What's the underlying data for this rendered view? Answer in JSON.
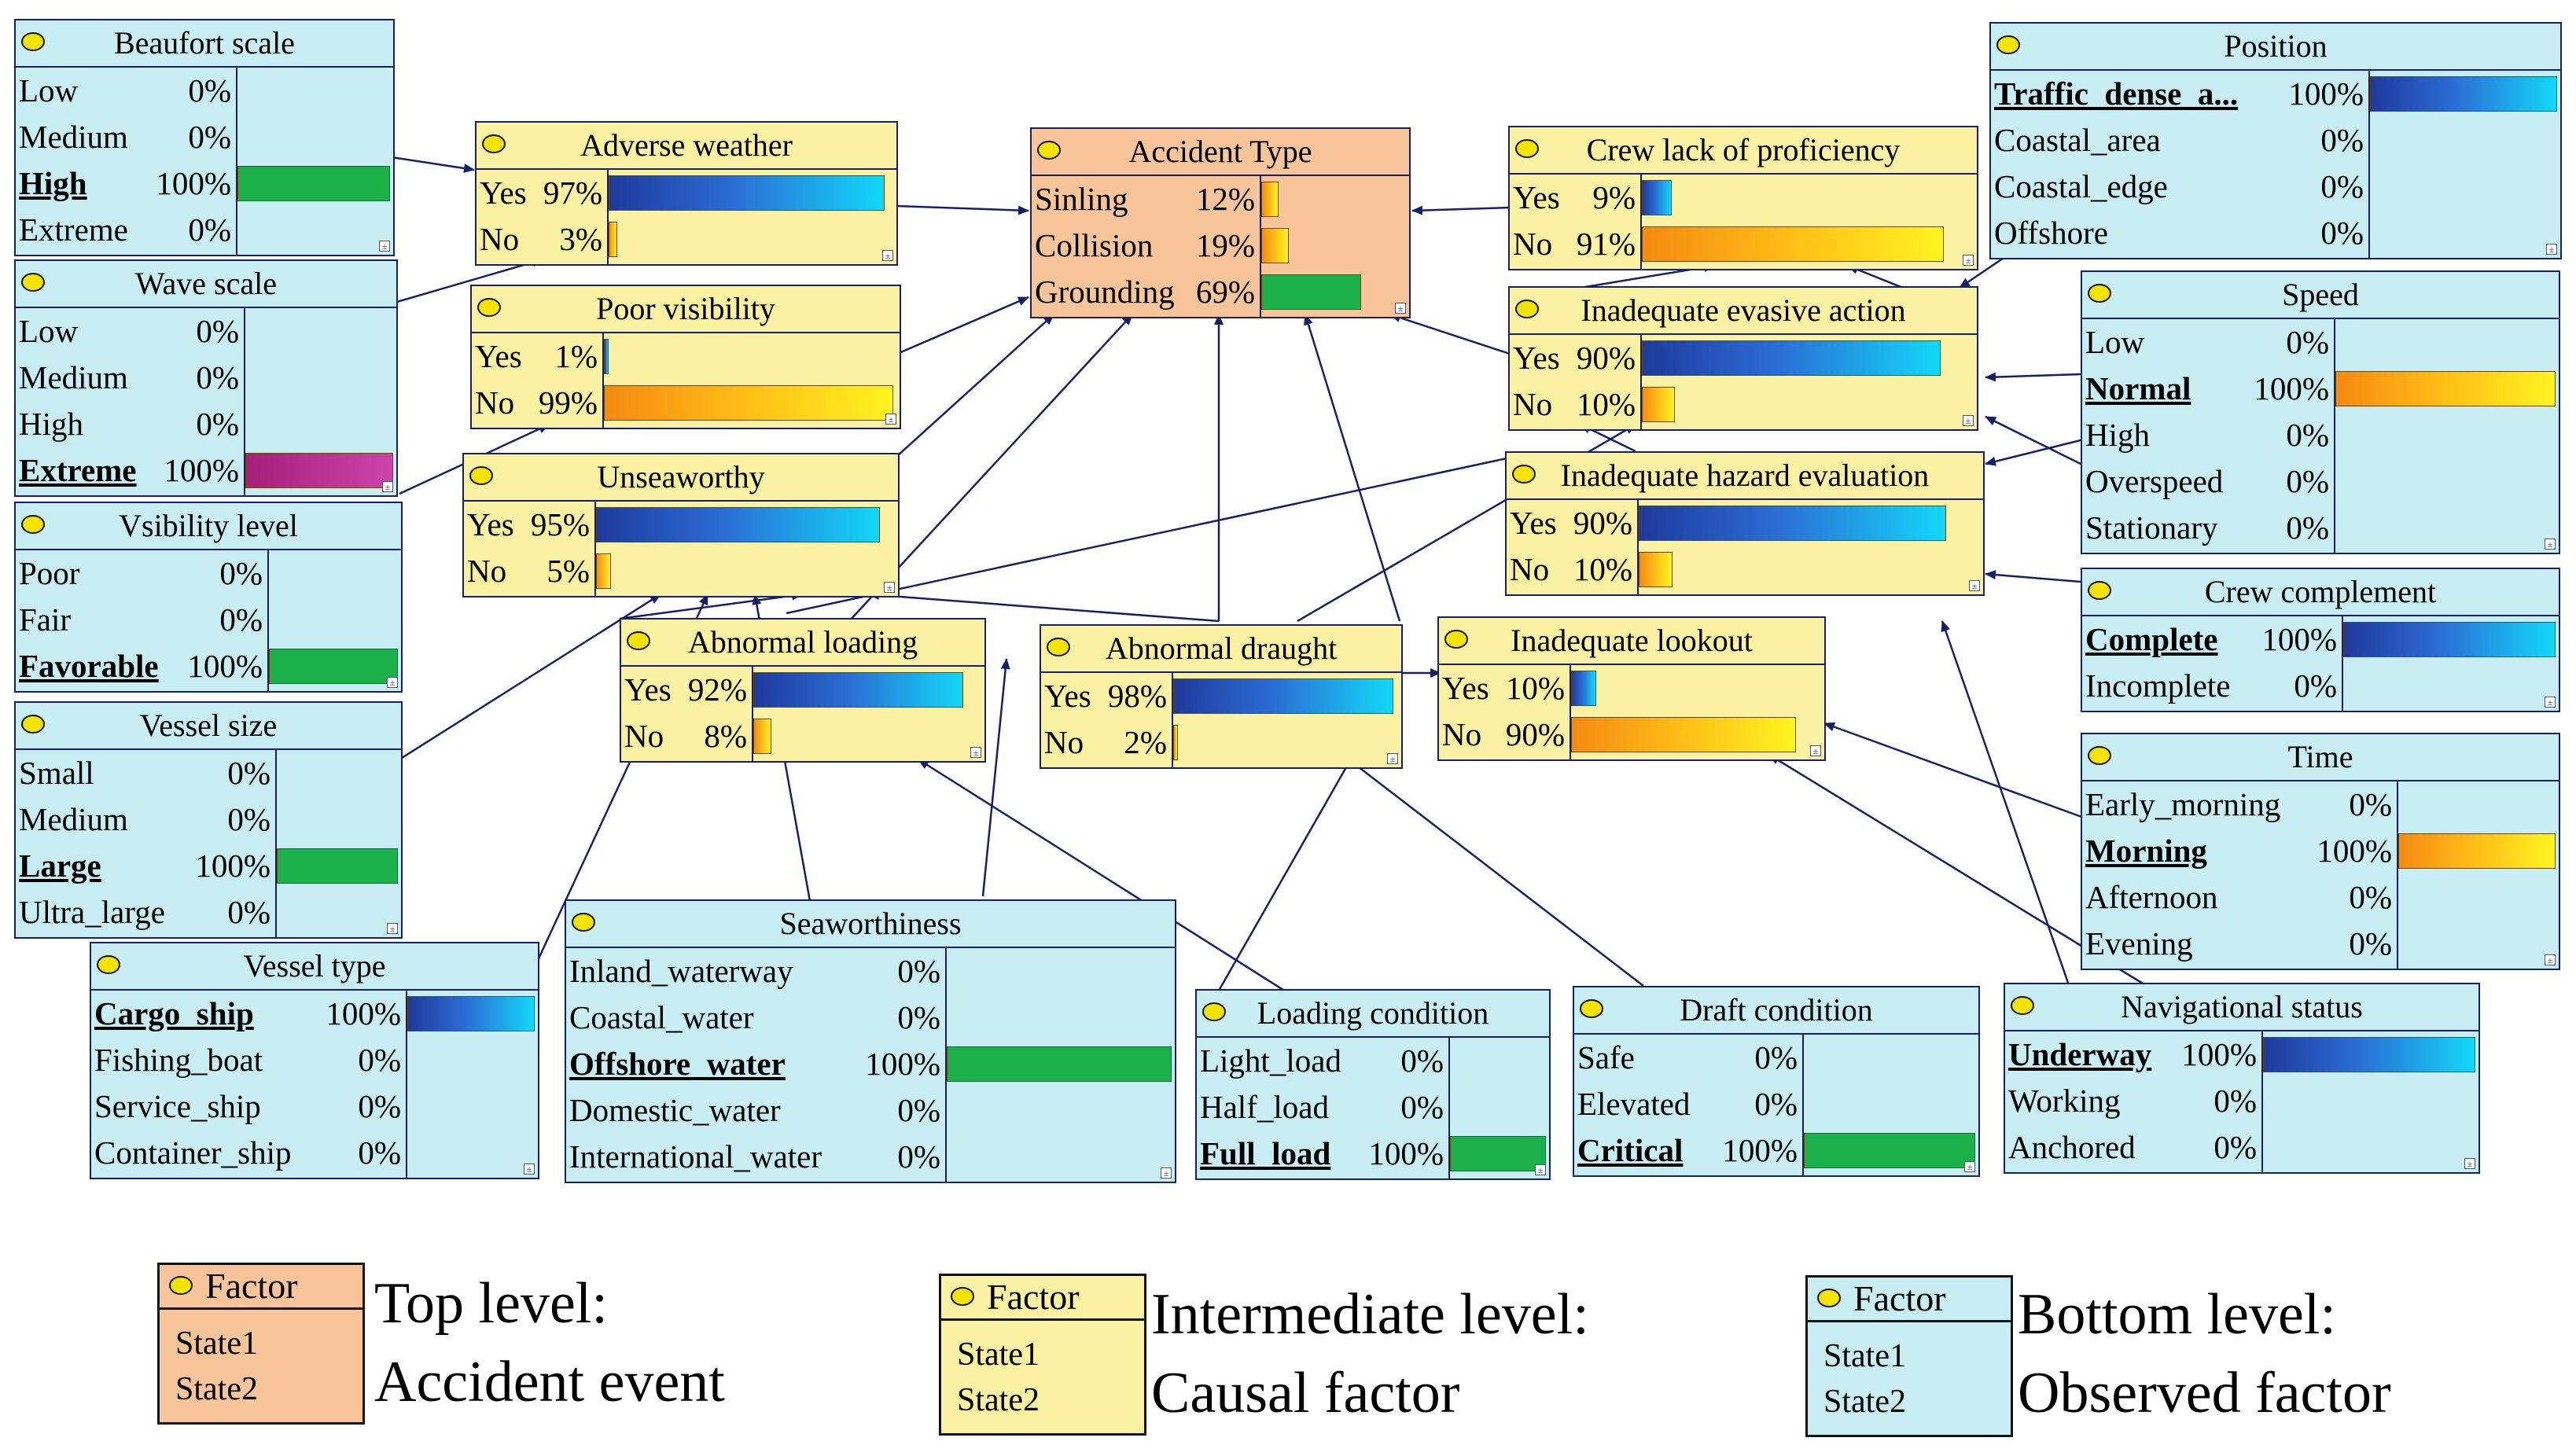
{
  "colors": {
    "bottom_fill": "#c8eef4",
    "mid_fill": "#fbf1a2",
    "top_fill": "#f8c49a",
    "edge": "#16206a",
    "bar_blue": "blue-cyan gradient",
    "bar_orange": "orange-yellow gradient",
    "bar_green": "#1bb04a",
    "bar_magenta": "#b42ea8"
  },
  "nodes": {
    "beaufort": {
      "title": "Beaufort scale",
      "states": [
        {
          "label": "Low",
          "value": "0%"
        },
        {
          "label": "Medium",
          "value": "0%"
        },
        {
          "label": "High",
          "value": "100%"
        },
        {
          "label": "Extreme",
          "value": "0%"
        }
      ]
    },
    "wave": {
      "title": "Wave scale",
      "states": [
        {
          "label": "Low",
          "value": "0%"
        },
        {
          "label": "Medium",
          "value": "0%"
        },
        {
          "label": "High",
          "value": "0%"
        },
        {
          "label": "Extreme",
          "value": "100%"
        }
      ]
    },
    "visibility_level": {
      "title": "Vsibility level",
      "states": [
        {
          "label": "Poor",
          "value": "0%"
        },
        {
          "label": "Fair",
          "value": "0%"
        },
        {
          "label": "Favorable",
          "value": "100%"
        }
      ]
    },
    "vessel_size": {
      "title": "Vessel size",
      "states": [
        {
          "label": "Small",
          "value": "0%"
        },
        {
          "label": "Medium",
          "value": "0%"
        },
        {
          "label": "Large",
          "value": "100%"
        },
        {
          "label": "Ultra_large",
          "value": "0%"
        }
      ]
    },
    "vessel_type": {
      "title": "Vessel type",
      "states": [
        {
          "label": "Cargo_ship",
          "value": "100%"
        },
        {
          "label": "Fishing_boat",
          "value": "0%"
        },
        {
          "label": "Service_ship",
          "value": "0%"
        },
        {
          "label": "Container_ship",
          "value": "0%"
        }
      ]
    },
    "seaworthiness": {
      "title": "Seaworthiness",
      "states": [
        {
          "label": "Inland_waterway",
          "value": "0%"
        },
        {
          "label": "Coastal_water",
          "value": "0%"
        },
        {
          "label": "Offshore_water",
          "value": "100%"
        },
        {
          "label": "Domestic_water",
          "value": "0%"
        },
        {
          "label": "International_water",
          "value": "0%"
        }
      ]
    },
    "loading_condition": {
      "title": "Loading condition",
      "states": [
        {
          "label": "Light_load",
          "value": "0%"
        },
        {
          "label": "Half_load",
          "value": "0%"
        },
        {
          "label": "Full_load",
          "value": "100%"
        }
      ]
    },
    "draft_condition": {
      "title": "Draft condition",
      "states": [
        {
          "label": "Safe",
          "value": "0%"
        },
        {
          "label": "Elevated",
          "value": "0%"
        },
        {
          "label": "Critical",
          "value": "100%"
        }
      ]
    },
    "navigational_status": {
      "title": "Navigational status",
      "states": [
        {
          "label": "Underway",
          "value": "100%"
        },
        {
          "label": "Working",
          "value": "0%"
        },
        {
          "label": "Anchored",
          "value": "0%"
        }
      ]
    },
    "time": {
      "title": "Time",
      "states": [
        {
          "label": "Early_morning",
          "value": "0%"
        },
        {
          "label": "Morning",
          "value": "100%"
        },
        {
          "label": "Afternoon",
          "value": "0%"
        },
        {
          "label": "Evening",
          "value": "0%"
        }
      ]
    },
    "crew_complement": {
      "title": "Crew complement",
      "states": [
        {
          "label": "Complete",
          "value": "100%"
        },
        {
          "label": "Incomplete",
          "value": "0%"
        }
      ]
    },
    "speed": {
      "title": "Speed",
      "states": [
        {
          "label": "Low",
          "value": "0%"
        },
        {
          "label": "Normal",
          "value": "100%"
        },
        {
          "label": "High",
          "value": "0%"
        },
        {
          "label": "Overspeed",
          "value": "0%"
        },
        {
          "label": "Stationary",
          "value": "0%"
        }
      ]
    },
    "position": {
      "title": "Position",
      "states": [
        {
          "label": "Traffic_dense_a...",
          "value": "100%"
        },
        {
          "label": "Coastal_area",
          "value": "0%"
        },
        {
          "label": "Coastal_edge",
          "value": "0%"
        },
        {
          "label": "Offshore",
          "value": "0%"
        }
      ]
    },
    "adverse_weather": {
      "title": "Adverse weather",
      "states": [
        {
          "label": "Yes",
          "value": "97%"
        },
        {
          "label": "No",
          "value": "3%"
        }
      ]
    },
    "poor_visibility": {
      "title": "Poor visibility",
      "states": [
        {
          "label": "Yes",
          "value": "1%"
        },
        {
          "label": "No",
          "value": "99%"
        }
      ]
    },
    "unseaworthy": {
      "title": "Unseaworthy",
      "states": [
        {
          "label": "Yes",
          "value": "95%"
        },
        {
          "label": "No",
          "value": "5%"
        }
      ]
    },
    "abnormal_loading": {
      "title": "Abnormal loading",
      "states": [
        {
          "label": "Yes",
          "value": "92%"
        },
        {
          "label": "No",
          "value": "8%"
        }
      ]
    },
    "abnormal_draught": {
      "title": "Abnormal draught",
      "states": [
        {
          "label": "Yes",
          "value": "98%"
        },
        {
          "label": "No",
          "value": "2%"
        }
      ]
    },
    "inadequate_lookout": {
      "title": "Inadequate lookout",
      "states": [
        {
          "label": "Yes",
          "value": "10%"
        },
        {
          "label": "No",
          "value": "90%"
        }
      ]
    },
    "crew_lack": {
      "title": "Crew lack of proficiency",
      "states": [
        {
          "label": "Yes",
          "value": "9%"
        },
        {
          "label": "No",
          "value": "91%"
        }
      ]
    },
    "evasive_action": {
      "title": "Inadequate evasive action",
      "states": [
        {
          "label": "Yes",
          "value": "90%"
        },
        {
          "label": "No",
          "value": "10%"
        }
      ]
    },
    "hazard_eval": {
      "title": "Inadequate hazard evaluation",
      "states": [
        {
          "label": "Yes",
          "value": "90%"
        },
        {
          "label": "No",
          "value": "10%"
        }
      ]
    },
    "accident_type": {
      "title": "Accident Type",
      "states": [
        {
          "label": "Sinling",
          "value": "12%"
        },
        {
          "label": "Collision",
          "value": "19%"
        },
        {
          "label": "Grounding",
          "value": "69%"
        }
      ]
    }
  },
  "legend": {
    "top": {
      "box_title": "Factor",
      "state1": "State1",
      "state2": "State2",
      "line1": "Top level:",
      "line2": "Accident event"
    },
    "intermediate": {
      "box_title": "Factor",
      "state1": "State1",
      "state2": "State2",
      "line1": "Intermediate level:",
      "line2": "Causal factor"
    },
    "bottom": {
      "box_title": "Factor",
      "state1": "State1",
      "state2": "State2",
      "line1": "Bottom level:",
      "line2": "Observed factor"
    }
  }
}
